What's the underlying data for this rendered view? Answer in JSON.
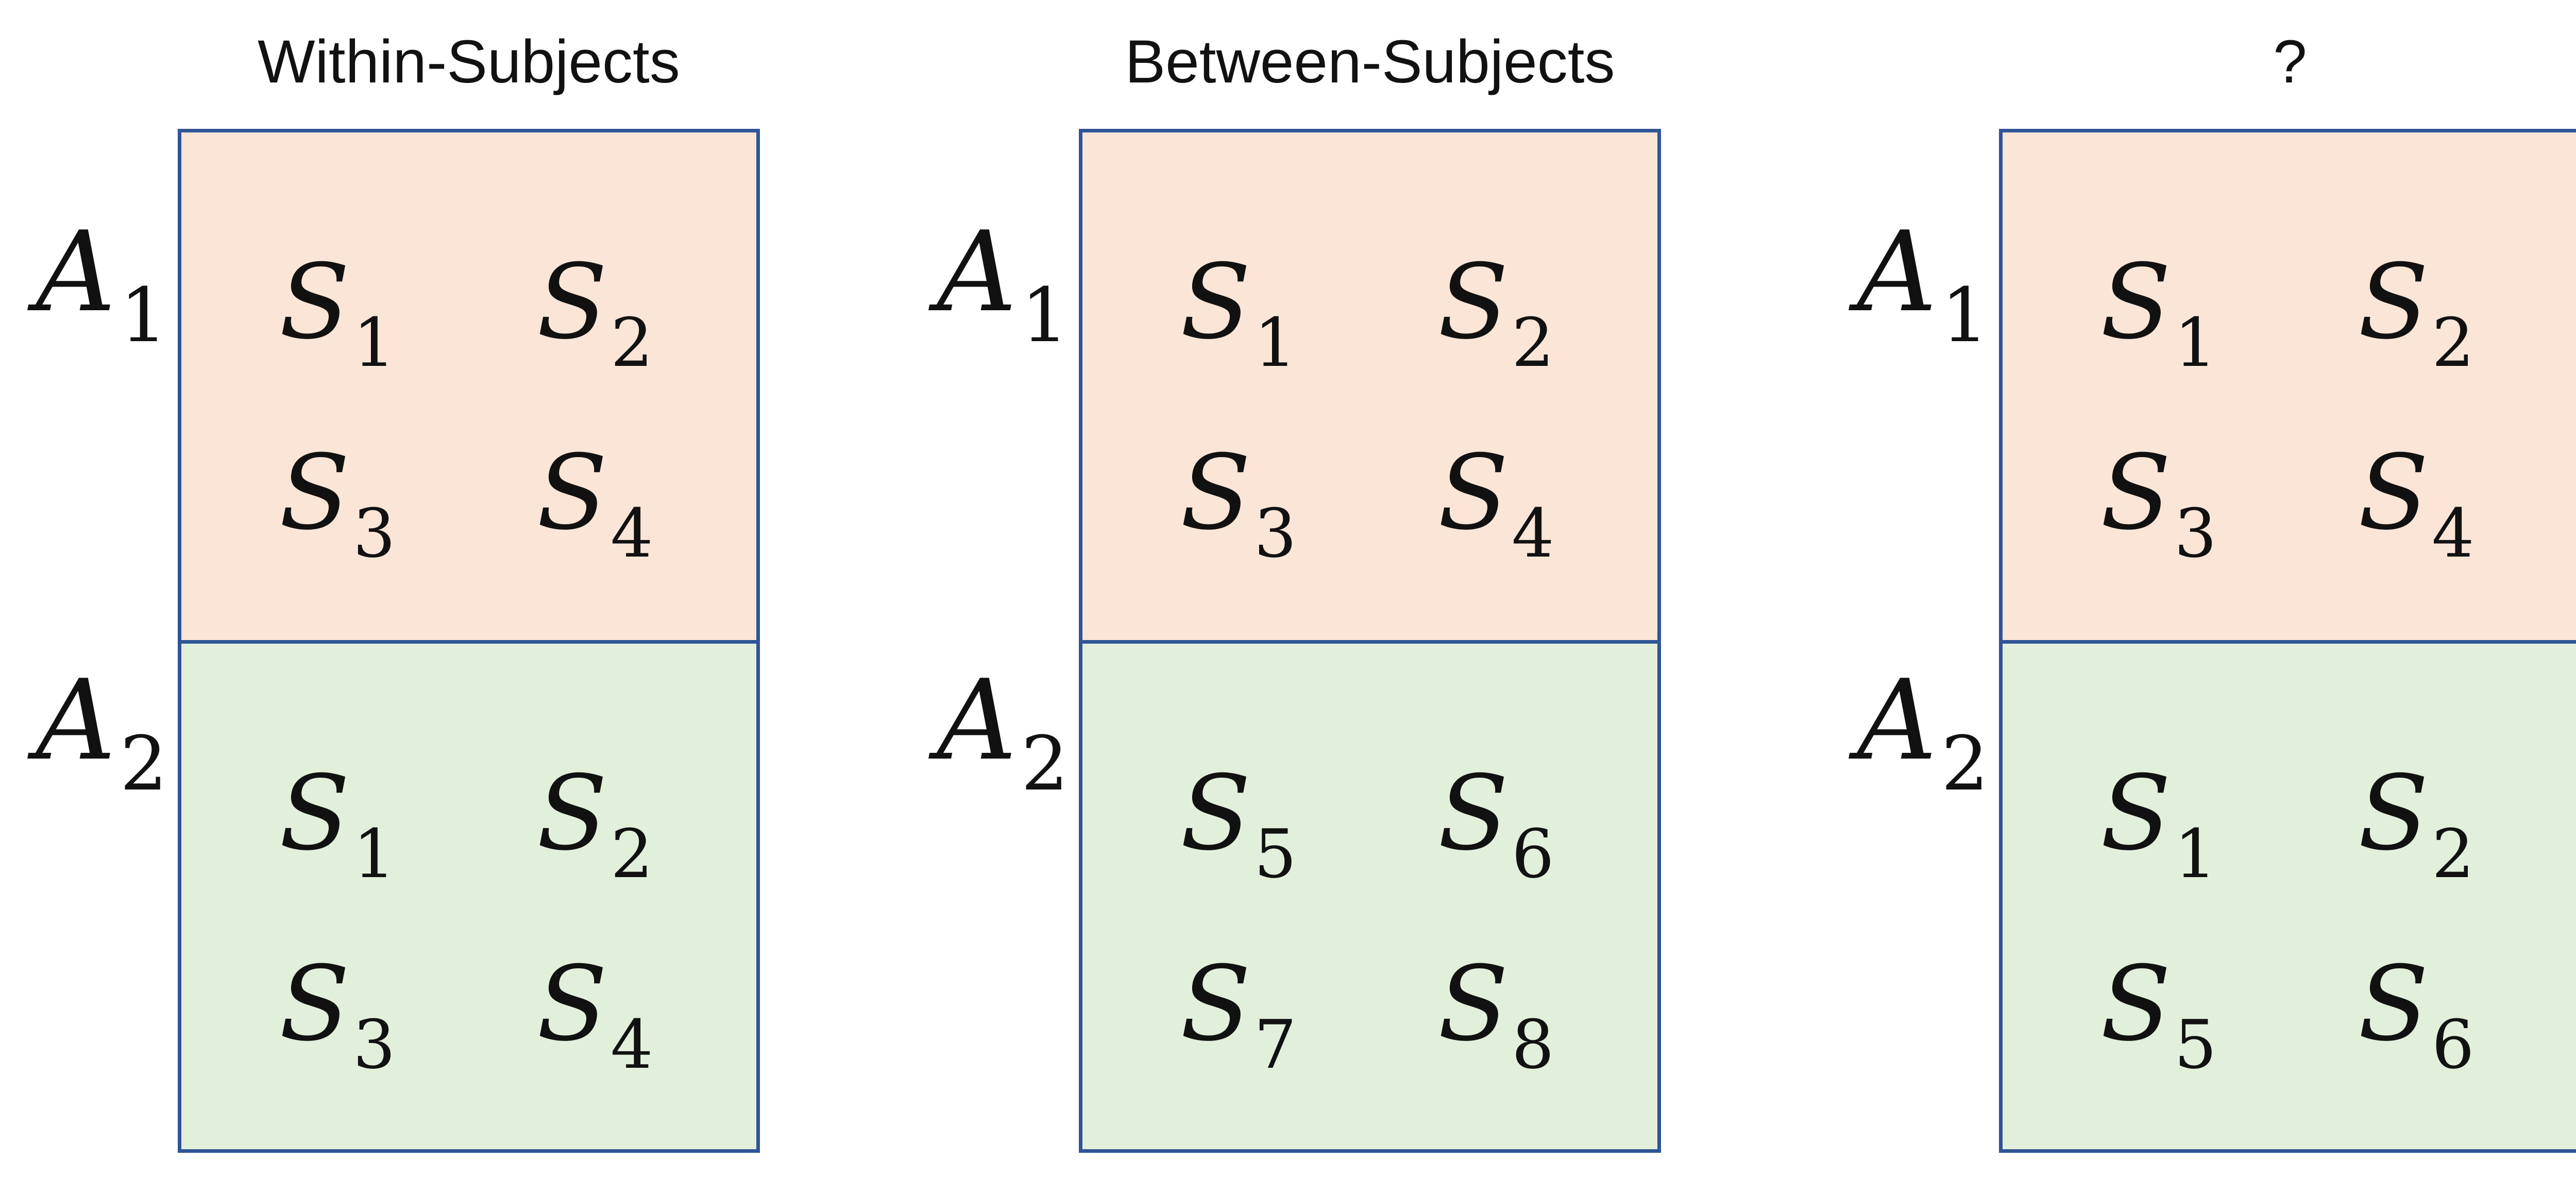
{
  "panels": [
    {
      "title": "Within-Subjects",
      "rows": [
        {
          "label": "A",
          "label_sub": "1",
          "cells": [
            [
              "S",
              "1"
            ],
            [
              "S",
              "2"
            ],
            [
              "S",
              "3"
            ],
            [
              "S",
              "4"
            ]
          ]
        },
        {
          "label": "A",
          "label_sub": "2",
          "cells": [
            [
              "S",
              "1"
            ],
            [
              "S",
              "2"
            ],
            [
              "S",
              "3"
            ],
            [
              "S",
              "4"
            ]
          ]
        }
      ]
    },
    {
      "title": "Between-Subjects",
      "rows": [
        {
          "label": "A",
          "label_sub": "1",
          "cells": [
            [
              "S",
              "1"
            ],
            [
              "S",
              "2"
            ],
            [
              "S",
              "3"
            ],
            [
              "S",
              "4"
            ]
          ]
        },
        {
          "label": "A",
          "label_sub": "2",
          "cells": [
            [
              "S",
              "5"
            ],
            [
              "S",
              "6"
            ],
            [
              "S",
              "7"
            ],
            [
              "S",
              "8"
            ]
          ]
        }
      ]
    },
    {
      "title": "?",
      "rows": [
        {
          "label": "A",
          "label_sub": "1",
          "cells": [
            [
              "S",
              "1"
            ],
            [
              "S",
              "2"
            ],
            [
              "S",
              "3"
            ],
            [
              "S",
              "4"
            ]
          ]
        },
        {
          "label": "A",
          "label_sub": "2",
          "cells": [
            [
              "S",
              "1"
            ],
            [
              "S",
              "2"
            ],
            [
              "S",
              "5"
            ],
            [
              "S",
              "6"
            ]
          ]
        }
      ]
    }
  ],
  "colors": {
    "condition_a1_fill": "#FBE5D6",
    "condition_a2_fill": "#E2EFDA",
    "border": "#2F5597"
  }
}
